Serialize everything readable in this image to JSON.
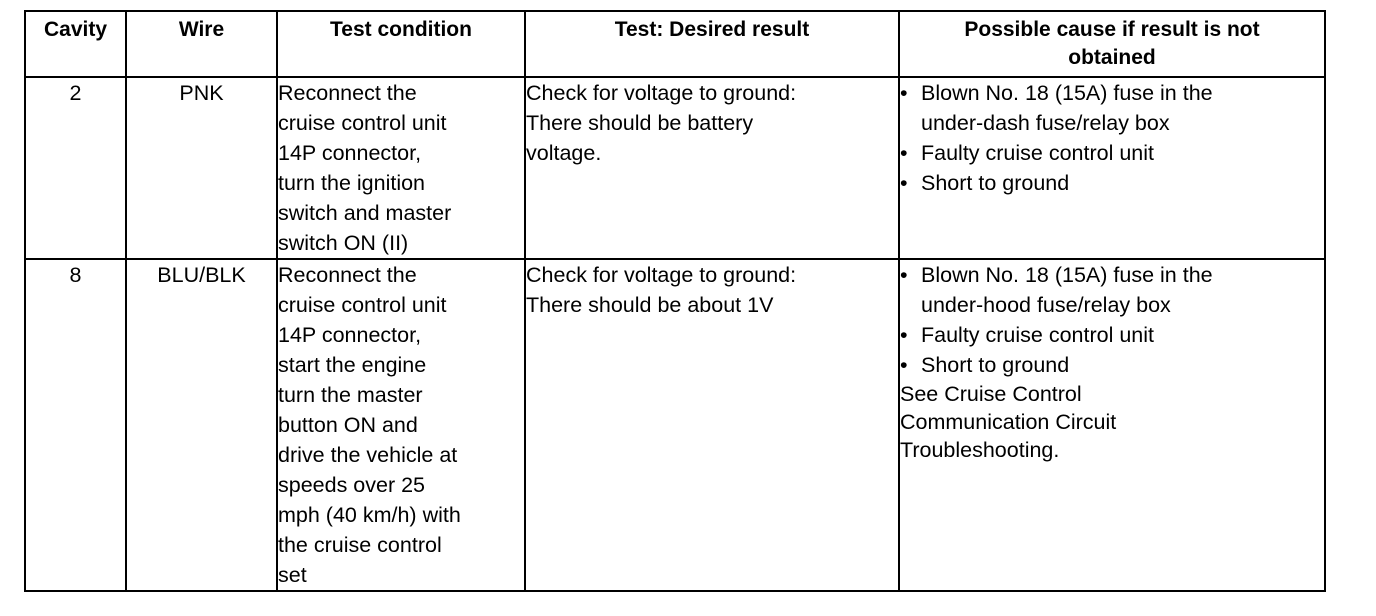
{
  "headers": {
    "cavity": "Cavity",
    "wire": "Wire",
    "test_condition": "Test condition",
    "desired_result": "Test: Desired result",
    "possible_cause_l1": "Possible cause if result is not",
    "possible_cause_l2": "obtained"
  },
  "rows": [
    {
      "cavity": "2",
      "wire": "PNK",
      "condition": [
        "Reconnect the",
        "cruise control unit",
        "14P connector,",
        "turn the ignition",
        "switch and master",
        "switch ON (II)"
      ],
      "result": [
        "Check for voltage to ground:",
        "There should be battery",
        "voltage."
      ],
      "causes": [
        [
          "Blown No. 18 (15A) fuse in the",
          "under-dash fuse/relay box"
        ],
        [
          "Faulty cruise control unit"
        ],
        [
          "Short to ground"
        ]
      ],
      "note": []
    },
    {
      "cavity": "8",
      "wire": "BLU/BLK",
      "condition": [
        "Reconnect the",
        "cruise control unit",
        "14P connector,",
        "start the engine",
        "turn the master",
        "button ON and",
        "drive the vehicle at",
        "speeds over 25",
        "mph (40 km/h) with",
        "the cruise control",
        "set"
      ],
      "result": [
        "Check for voltage to ground:",
        "There should be about 1V"
      ],
      "causes": [
        [
          "Blown No. 18 (15A) fuse in the",
          "under-hood fuse/relay box"
        ],
        [
          "Faulty cruise control unit"
        ],
        [
          "Short to ground"
        ]
      ],
      "note": [
        "See Cruise Control",
        "Communication Circuit",
        "Troubleshooting."
      ]
    }
  ],
  "bullet_char": "•"
}
